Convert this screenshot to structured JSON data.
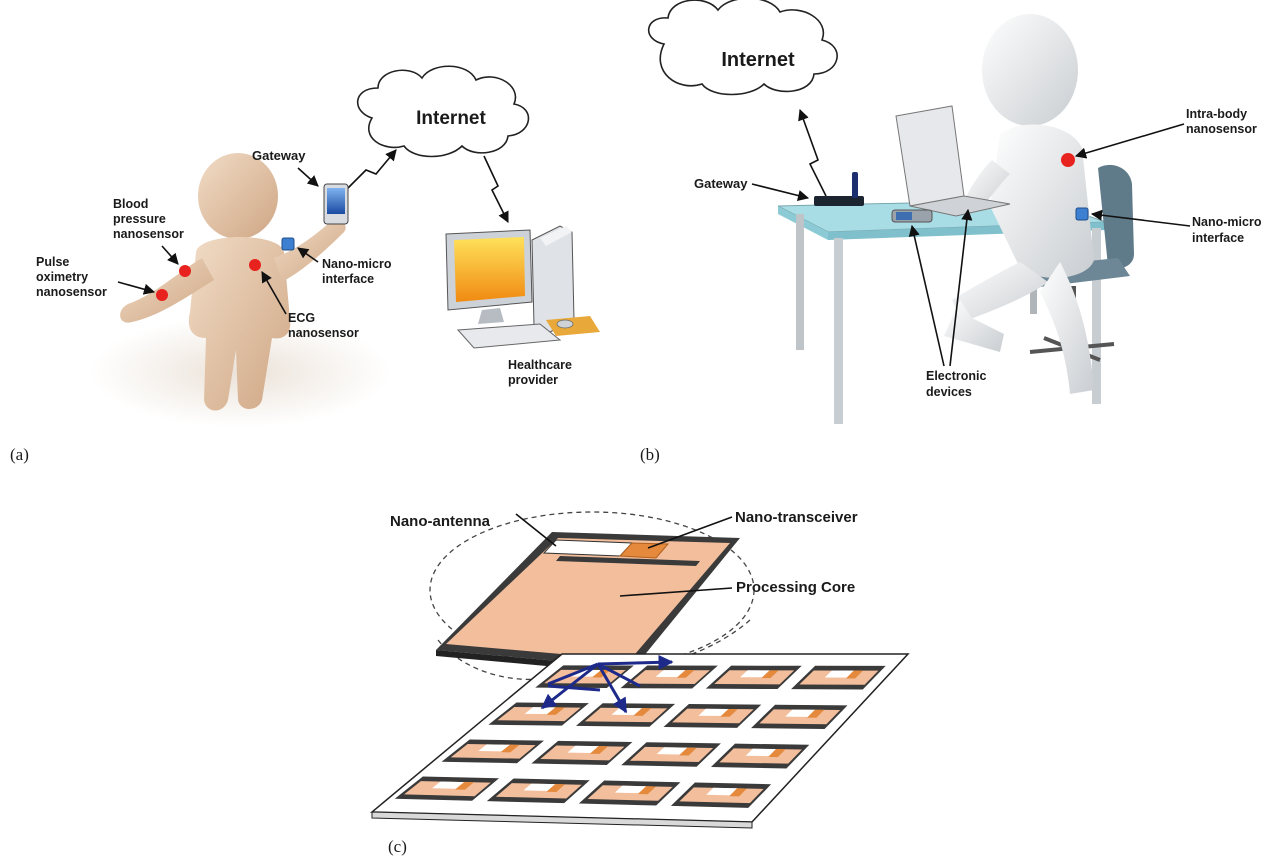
{
  "panel_a": {
    "caption": "(a)",
    "internet": "Internet",
    "gateway": "Gateway",
    "blood_pressure": [
      "Blood",
      "pressure",
      "nanosensor"
    ],
    "pulse_oximetry": [
      "Pulse",
      "oximetry",
      "nanosensor"
    ],
    "ecg": [
      "ECG",
      "nanosensor"
    ],
    "nano_micro": [
      "Nano-micro",
      "interface"
    ],
    "healthcare": [
      "Healthcare",
      "provider"
    ]
  },
  "panel_b": {
    "caption": "(b)",
    "internet": "Internet",
    "gateway": "Gateway",
    "intra_body": [
      "Intra-body",
      "nanosensor"
    ],
    "nano_micro": [
      "Nano-micro",
      "interface"
    ],
    "electronic": [
      "Electronic",
      "devices"
    ]
  },
  "panel_c": {
    "caption": "(c)",
    "nano_antenna": "Nano-antenna",
    "nano_transceiver": "Nano-transceiver",
    "processing_core": "Processing Core"
  },
  "colors": {
    "sensor_red": "#e8221e",
    "interface_blue": "#3d7fd0",
    "chip_core": "#f3be9c",
    "chip_border": "#3a3a3a",
    "transceiver_orange": "#e58a3c",
    "arrow_navy": "#1d2a8a",
    "desk_top": "#a9dde6",
    "skin": "#e3c4a6"
  }
}
